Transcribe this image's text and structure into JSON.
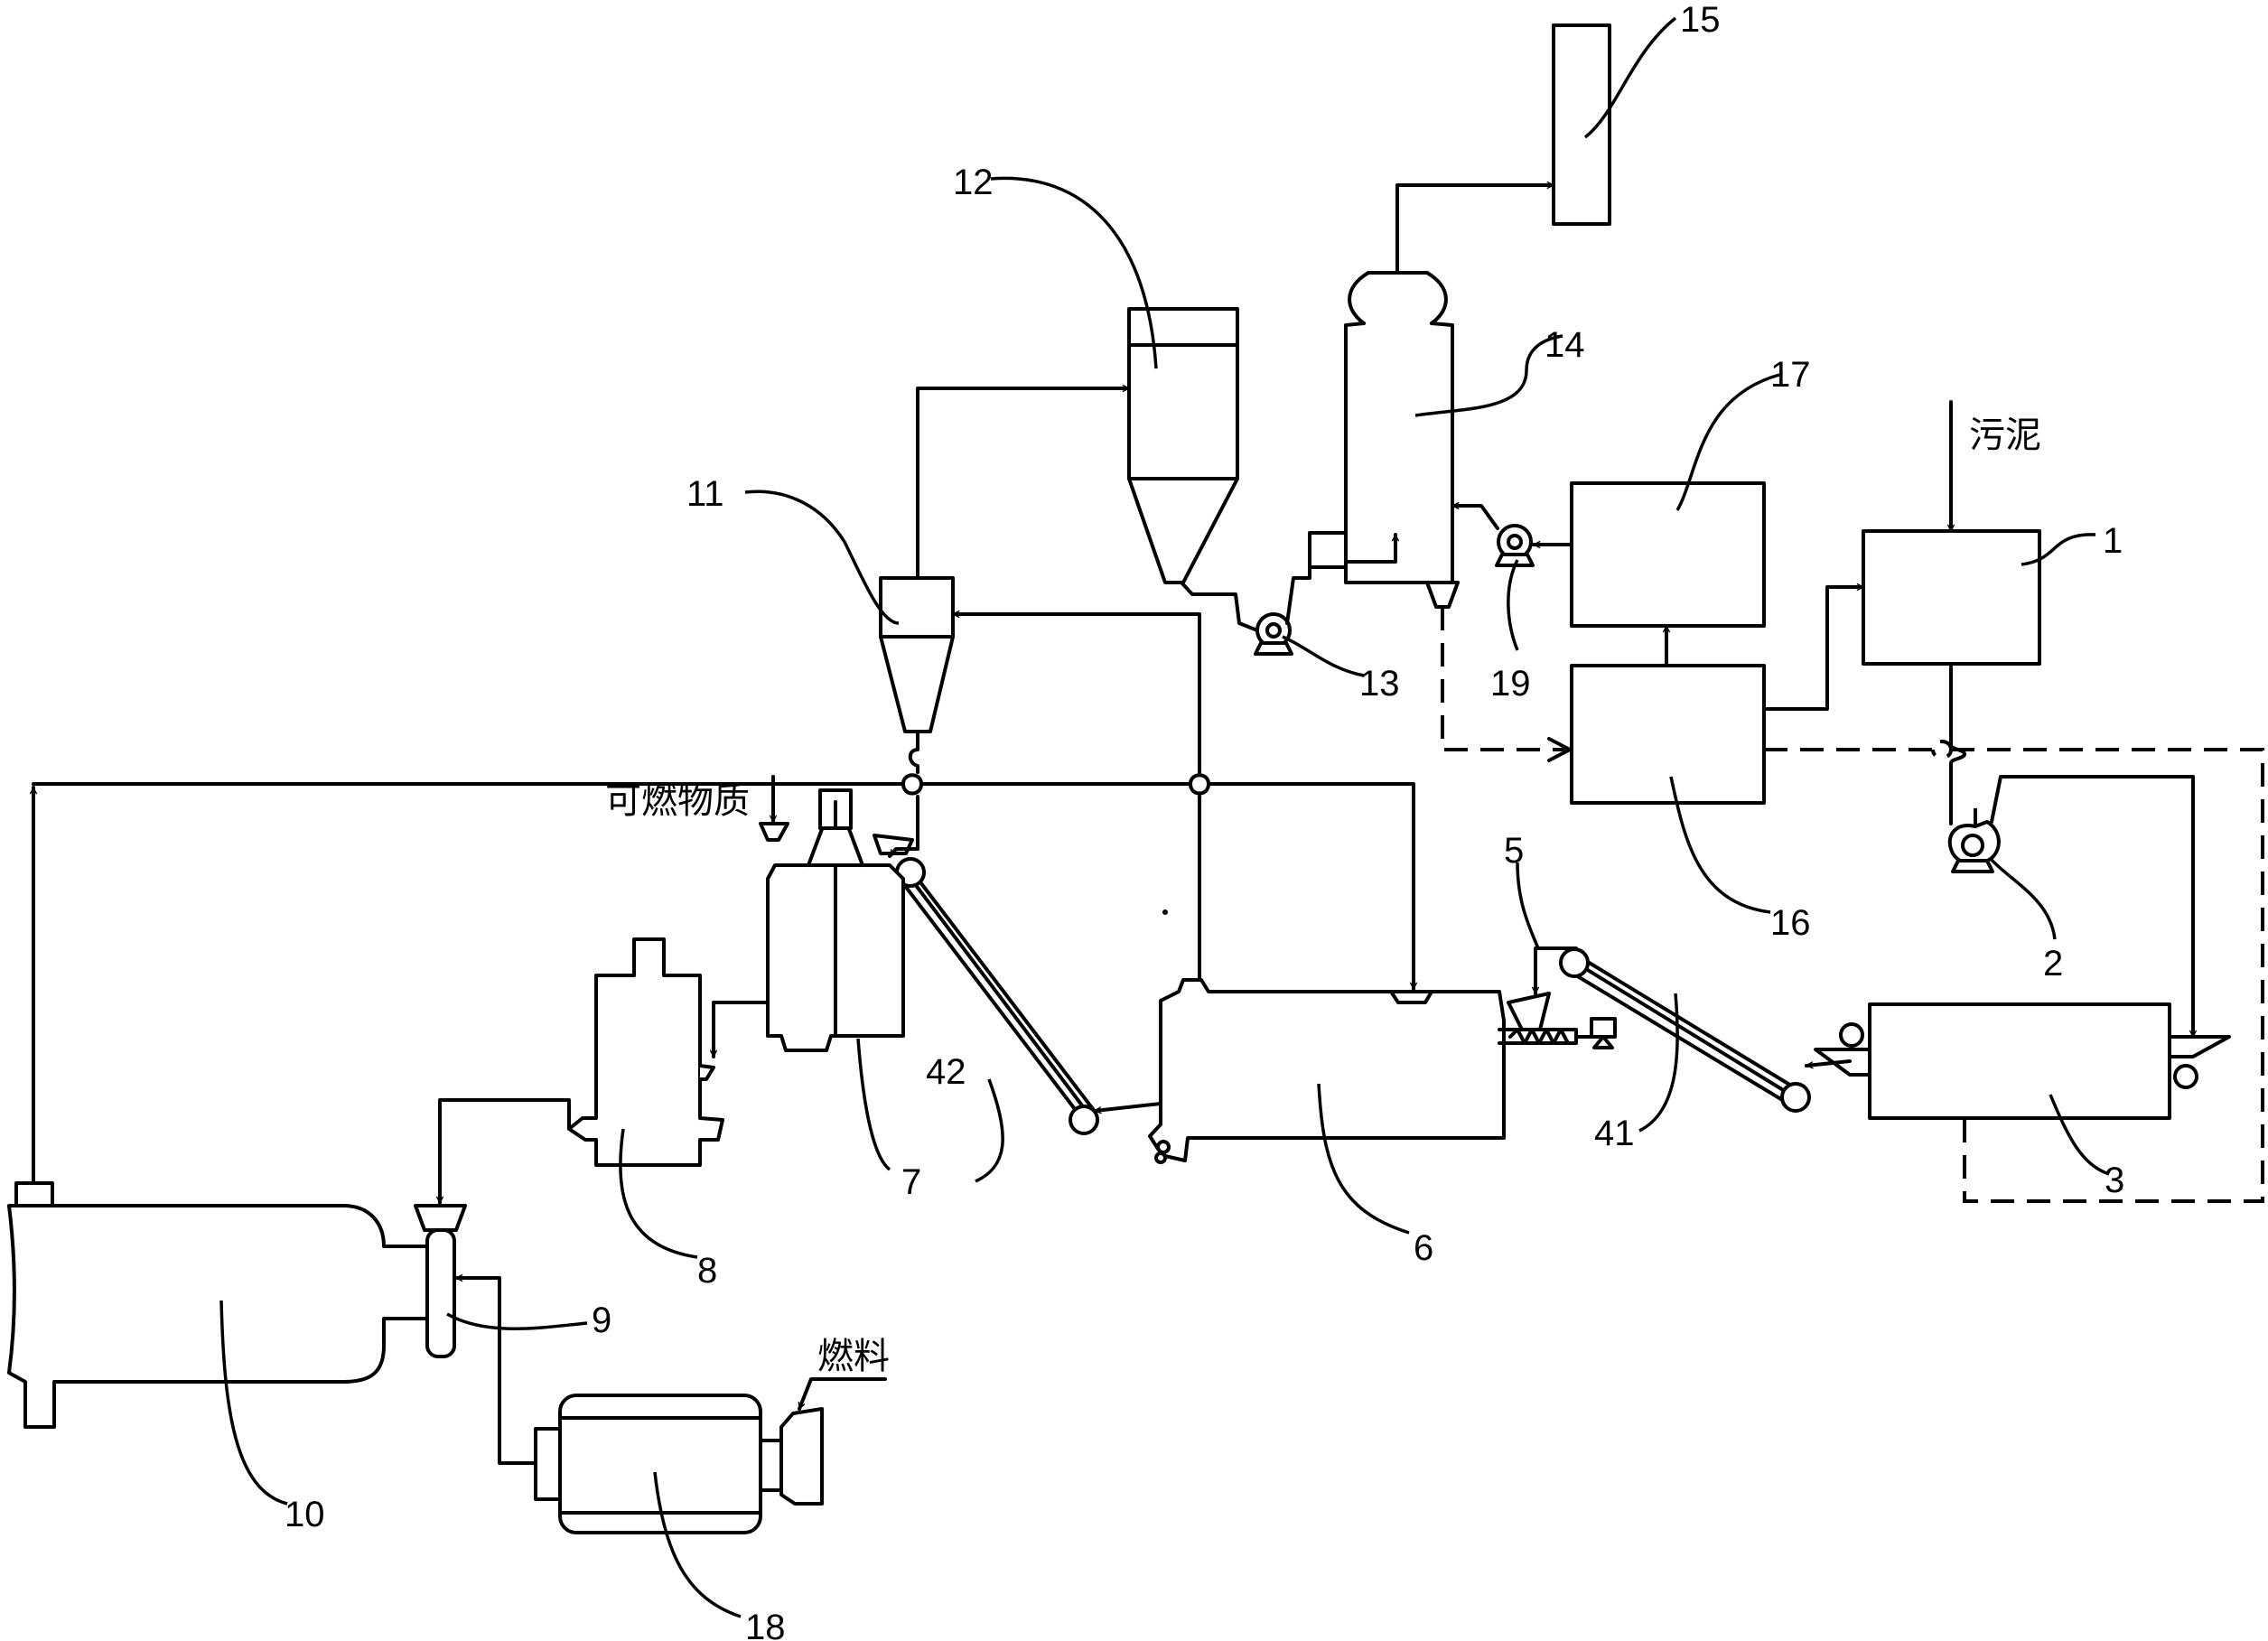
{
  "labels": {
    "n1": "1",
    "n2": "2",
    "n3": "3",
    "n5": "5",
    "n6": "6",
    "n7": "7",
    "n8": "8",
    "n9": "9",
    "n10": "10",
    "n11": "11",
    "n12": "12",
    "n13": "13",
    "n14": "14",
    "n15": "15",
    "n16": "16",
    "n17": "17",
    "n18": "18",
    "n19": "19",
    "n41": "41",
    "n42": "42"
  },
  "text": {
    "sludge": "污泥",
    "combustibles": "可燃物质",
    "fuel": "燃料"
  }
}
